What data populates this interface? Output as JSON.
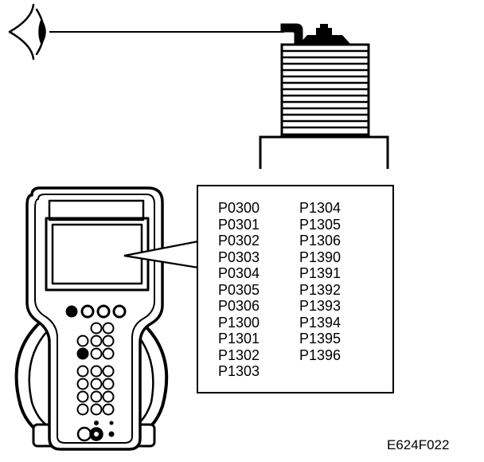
{
  "figure_id": "E624F022",
  "dtc_list": {
    "left_column": [
      "P0300",
      "P0301",
      "P0302",
      "P0303",
      "P0304",
      "P0305",
      "P0306",
      "P1300",
      "P1301",
      "P1302",
      "P1303"
    ],
    "right_column": [
      "P1304",
      "P1305",
      "P1306",
      "P1390",
      "P1391",
      "P1392",
      "P1393",
      "P1394",
      "P1395",
      "P1396"
    ]
  },
  "icons": {
    "eye": "eye-icon",
    "spark_plug": "spark-plug-icon",
    "scan_tool": "scan-tool-icon"
  },
  "colors": {
    "ink": "#000000",
    "background": "#ffffff"
  }
}
